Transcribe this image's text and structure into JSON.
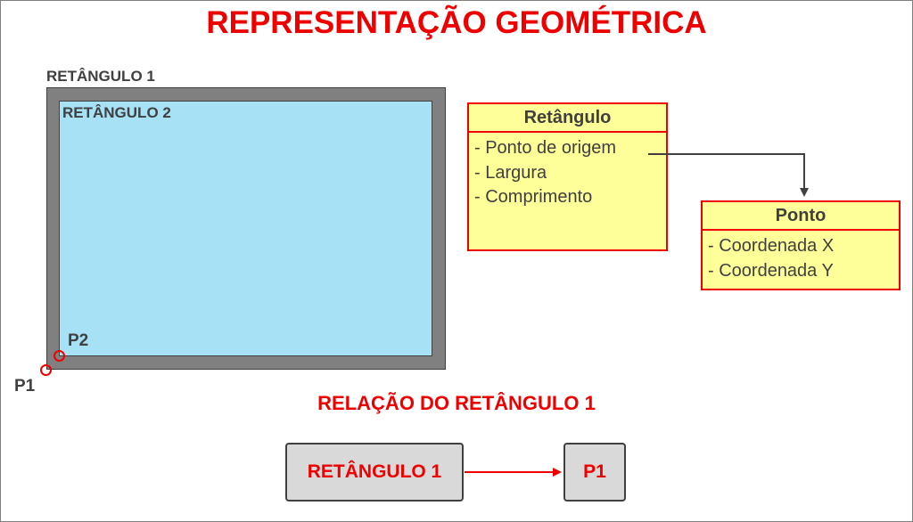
{
  "title": "REPRESENTAÇÃO GEOMÉTRICA",
  "rect1_label": "RETÂNGULO 1",
  "rect2_label": "RETÂNGULO 2",
  "point_p1": "P1",
  "point_p2": "P2",
  "class_retangulo": {
    "name": "Retângulo",
    "attributes": [
      "- Ponto de origem",
      "- Largura",
      "- Comprimento"
    ]
  },
  "class_ponto": {
    "name": "Ponto",
    "attributes": [
      "- Coordenada X",
      "- Coordenada Y"
    ]
  },
  "relation_title": "RELAÇÃO DO RETÂNGULO 1",
  "relation": {
    "source": "RETÂNGULO 1",
    "target": "P1"
  },
  "colors": {
    "accent_red": "#ee0000",
    "uml_fill": "#ffff99",
    "outer_rect": "#808080",
    "inner_rect": "#a7e1f6",
    "node_fill": "#d9d9d9",
    "text_dark": "#404040"
  }
}
